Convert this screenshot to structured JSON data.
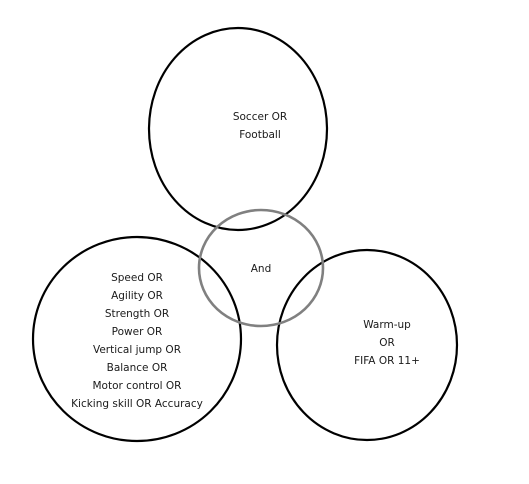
{
  "diagram": {
    "top_circle": {
      "lines": [
        "Soccer OR",
        "Football"
      ]
    },
    "center_circle": {
      "lines": [
        "And"
      ]
    },
    "left_circle": {
      "lines": [
        "Speed OR",
        "Agility OR",
        "Strength OR",
        "Power OR",
        "Vertical jump OR",
        "Balance OR",
        "Motor control OR",
        "Kicking skill OR Accuracy"
      ]
    },
    "right_circle": {
      "lines": [
        "Warm-up",
        "OR",
        "FIFA OR 11+"
      ]
    }
  }
}
